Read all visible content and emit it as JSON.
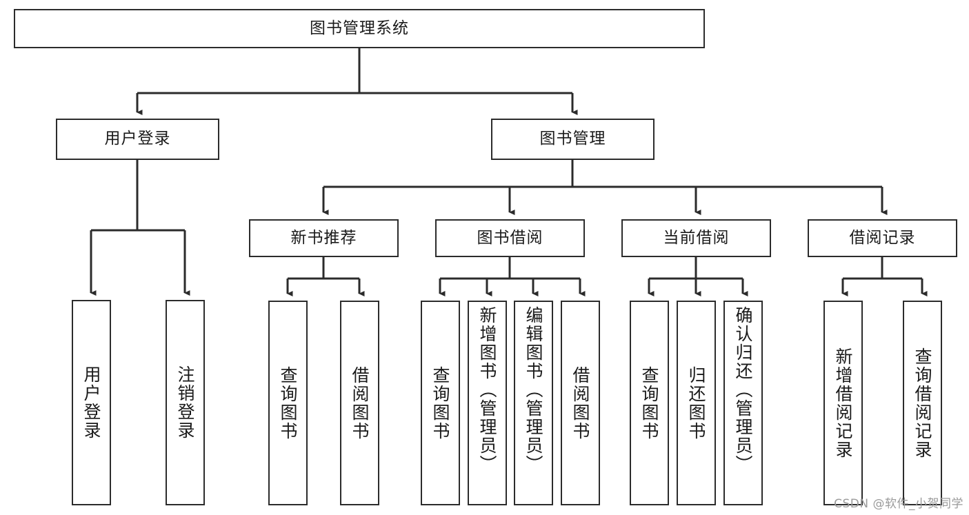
{
  "diagram": {
    "title": "图书管理系统",
    "type": "tree-hierarchy",
    "watermark": "CSDN @软件_小贺同学",
    "colors": {
      "background": "#ffffff",
      "box_border": "#2b2b2b",
      "box_fill": "#ffffff",
      "text": "#1a1a1a",
      "connector": "#2b2b2b",
      "watermark_text": "#9a9a9a"
    },
    "root": {
      "id": "root",
      "label": "图书管理系统",
      "orientation": "horizontal"
    },
    "level2": [
      {
        "id": "user-login",
        "label": "用户登录",
        "orientation": "horizontal"
      },
      {
        "id": "book-manage",
        "label": "图书管理",
        "orientation": "horizontal"
      }
    ],
    "level3": [
      {
        "id": "new-book-recommend",
        "label": "新书推荐",
        "orientation": "horizontal",
        "parent": "book-manage"
      },
      {
        "id": "book-borrow",
        "label": "图书借阅",
        "orientation": "horizontal",
        "parent": "book-manage"
      },
      {
        "id": "current-borrow",
        "label": "当前借阅",
        "orientation": "horizontal",
        "parent": "book-manage"
      },
      {
        "id": "borrow-record",
        "label": "借阅记录",
        "orientation": "horizontal",
        "parent": "book-manage"
      }
    ],
    "leaves": [
      {
        "id": "leaf-user-login",
        "label": "用户登录",
        "parent": "user-login"
      },
      {
        "id": "leaf-logout-login",
        "label": "注销登录",
        "parent": "user-login"
      },
      {
        "id": "leaf-query-book-1",
        "label": "查询图书",
        "parent": "new-book-recommend"
      },
      {
        "id": "leaf-borrow-book-1",
        "label": "借阅图书",
        "parent": "new-book-recommend"
      },
      {
        "id": "leaf-query-book-2",
        "label": "查询图书",
        "parent": "book-borrow"
      },
      {
        "id": "leaf-add-book",
        "label": "新增图书（管理员）",
        "parent": "book-borrow"
      },
      {
        "id": "leaf-edit-book",
        "label": "编辑图书（管理员）",
        "parent": "book-borrow"
      },
      {
        "id": "leaf-borrow-book-2",
        "label": "借阅图书",
        "parent": "book-borrow"
      },
      {
        "id": "leaf-query-book-3",
        "label": "查询图书",
        "parent": "current-borrow"
      },
      {
        "id": "leaf-return-book",
        "label": "归还图书",
        "parent": "current-borrow"
      },
      {
        "id": "leaf-confirm-return",
        "label": "确认归还（管理员）",
        "parent": "current-borrow"
      },
      {
        "id": "leaf-add-record",
        "label": "新增借阅记录",
        "parent": "borrow-record"
      },
      {
        "id": "leaf-query-record",
        "label": "查询借阅记录",
        "parent": "borrow-record"
      }
    ]
  }
}
